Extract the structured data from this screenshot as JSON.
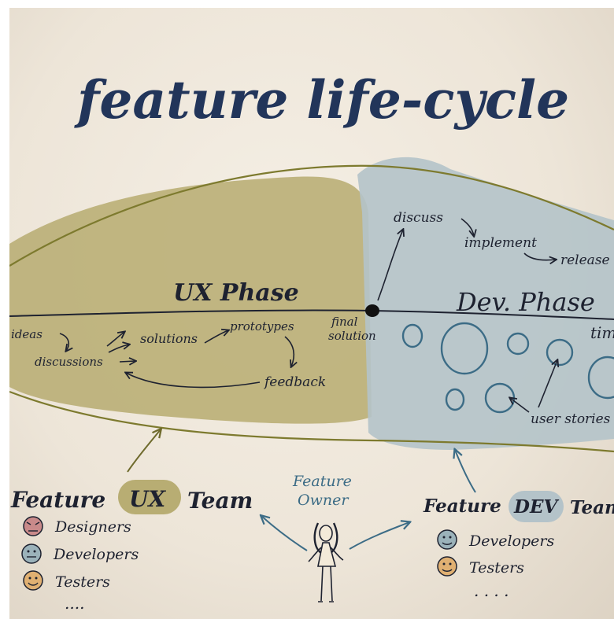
{
  "title": "feature life-cycle",
  "ux_phase": {
    "label": "UX Phase",
    "steps": [
      "ideas",
      "discussions",
      "solutions",
      "prototypes",
      "feedback"
    ]
  },
  "milestone": {
    "line1": "final",
    "line2": "solution"
  },
  "dev_phase": {
    "label": "Dev. Phase",
    "steps": [
      "discuss",
      "implement",
      "release"
    ],
    "stories_label": "user stories",
    "time_label": "time"
  },
  "owner": {
    "line1": "Feature",
    "line2": "Owner"
  },
  "ux_team": {
    "prefix": "Feature",
    "tag": "UX",
    "suffix": "Team",
    "members": [
      "Designers",
      "Developers",
      "Testers"
    ],
    "more": "...."
  },
  "dev_team": {
    "prefix": "Feature",
    "tag": "DEV",
    "suffix": "Team",
    "members": [
      "Developers",
      "Testers"
    ],
    "more": ". . . ."
  },
  "colors": {
    "ux_area": "#b8ad73",
    "dev_area": "#b4c3c9",
    "title_ink": "#22355a",
    "blue_ink": "#3c6c86",
    "designer_face": "#c98a8a",
    "developer_face": "#9bb2ba",
    "tester_face": "#e0b072"
  }
}
